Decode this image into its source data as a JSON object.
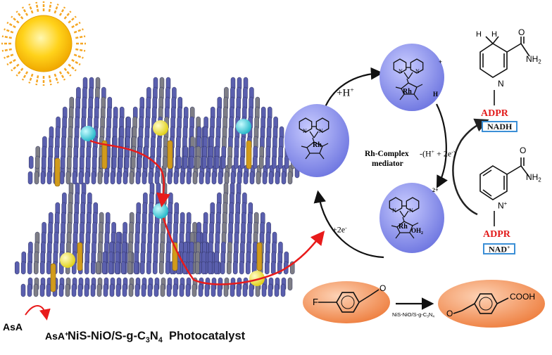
{
  "catalyst_label": "NiS-NiO/S-g-C",
  "catalyst_label_sub1": "3",
  "catalyst_label_n": "N",
  "catalyst_label_sub2": "4",
  "catalyst_label_word": "Photocatalyst",
  "donor": "AsA",
  "donor_oxidized": "AsA",
  "donor_oxidized_charge": "+",
  "cycle": {
    "proton_step": "+H",
    "proton_charge": "+",
    "electron_in": "+2e",
    "electron_in_charge": "-",
    "hydride_out": "-(H",
    "hydride_out_charge": "+",
    "hydride_out_rest": " + 2e",
    "hydride_out_rest_charge": "-",
    "hydride_out_close": ")",
    "center_line1": "Rh-Complex",
    "center_line2": "mediator",
    "rh_label": "Rh",
    "h_label": "H",
    "oh2_label": "OH",
    "oh2_sub": "2",
    "n_label": "N",
    "top_charge": "+",
    "bottom_charge": "2+"
  },
  "nadh": {
    "amide": "NH",
    "amide_sub": "2",
    "amide_o": "O",
    "ring_n": "N",
    "h_top": "H",
    "adpr": "ADPR",
    "name": "NADH"
  },
  "nad": {
    "amide": "NH",
    "amide_sub": "2",
    "amide_o": "O",
    "ring_n": "N",
    "charge": "+",
    "adpr": "ADPR",
    "name": "NAD",
    "name_charge": "+"
  },
  "reaction": {
    "reactant_f": "F",
    "reactant_o": "O",
    "product_o": "O",
    "product_group": "COOH",
    "catalyst": "NiS-NiO/S-g-C",
    "catalyst_sub1": "3",
    "catalyst_n": "N",
    "catalyst_sub2": "4"
  },
  "colors": {
    "sun": "#ffd21a",
    "sun_rays": "#f5a623",
    "sheet_purple": "#5a5fae",
    "sheet_gray": "#7e7e86",
    "pillar_gold": "#d19b1c",
    "electron_cyan": "#3fd2e0",
    "hole_yellow": "#f2e640",
    "arrow_red": "#e81b1b",
    "complex_fill": "#8f96ec",
    "reaction_orange": "#f4a274",
    "box_blue": "#3b8fd6",
    "adpr_red": "#e21b1b"
  }
}
